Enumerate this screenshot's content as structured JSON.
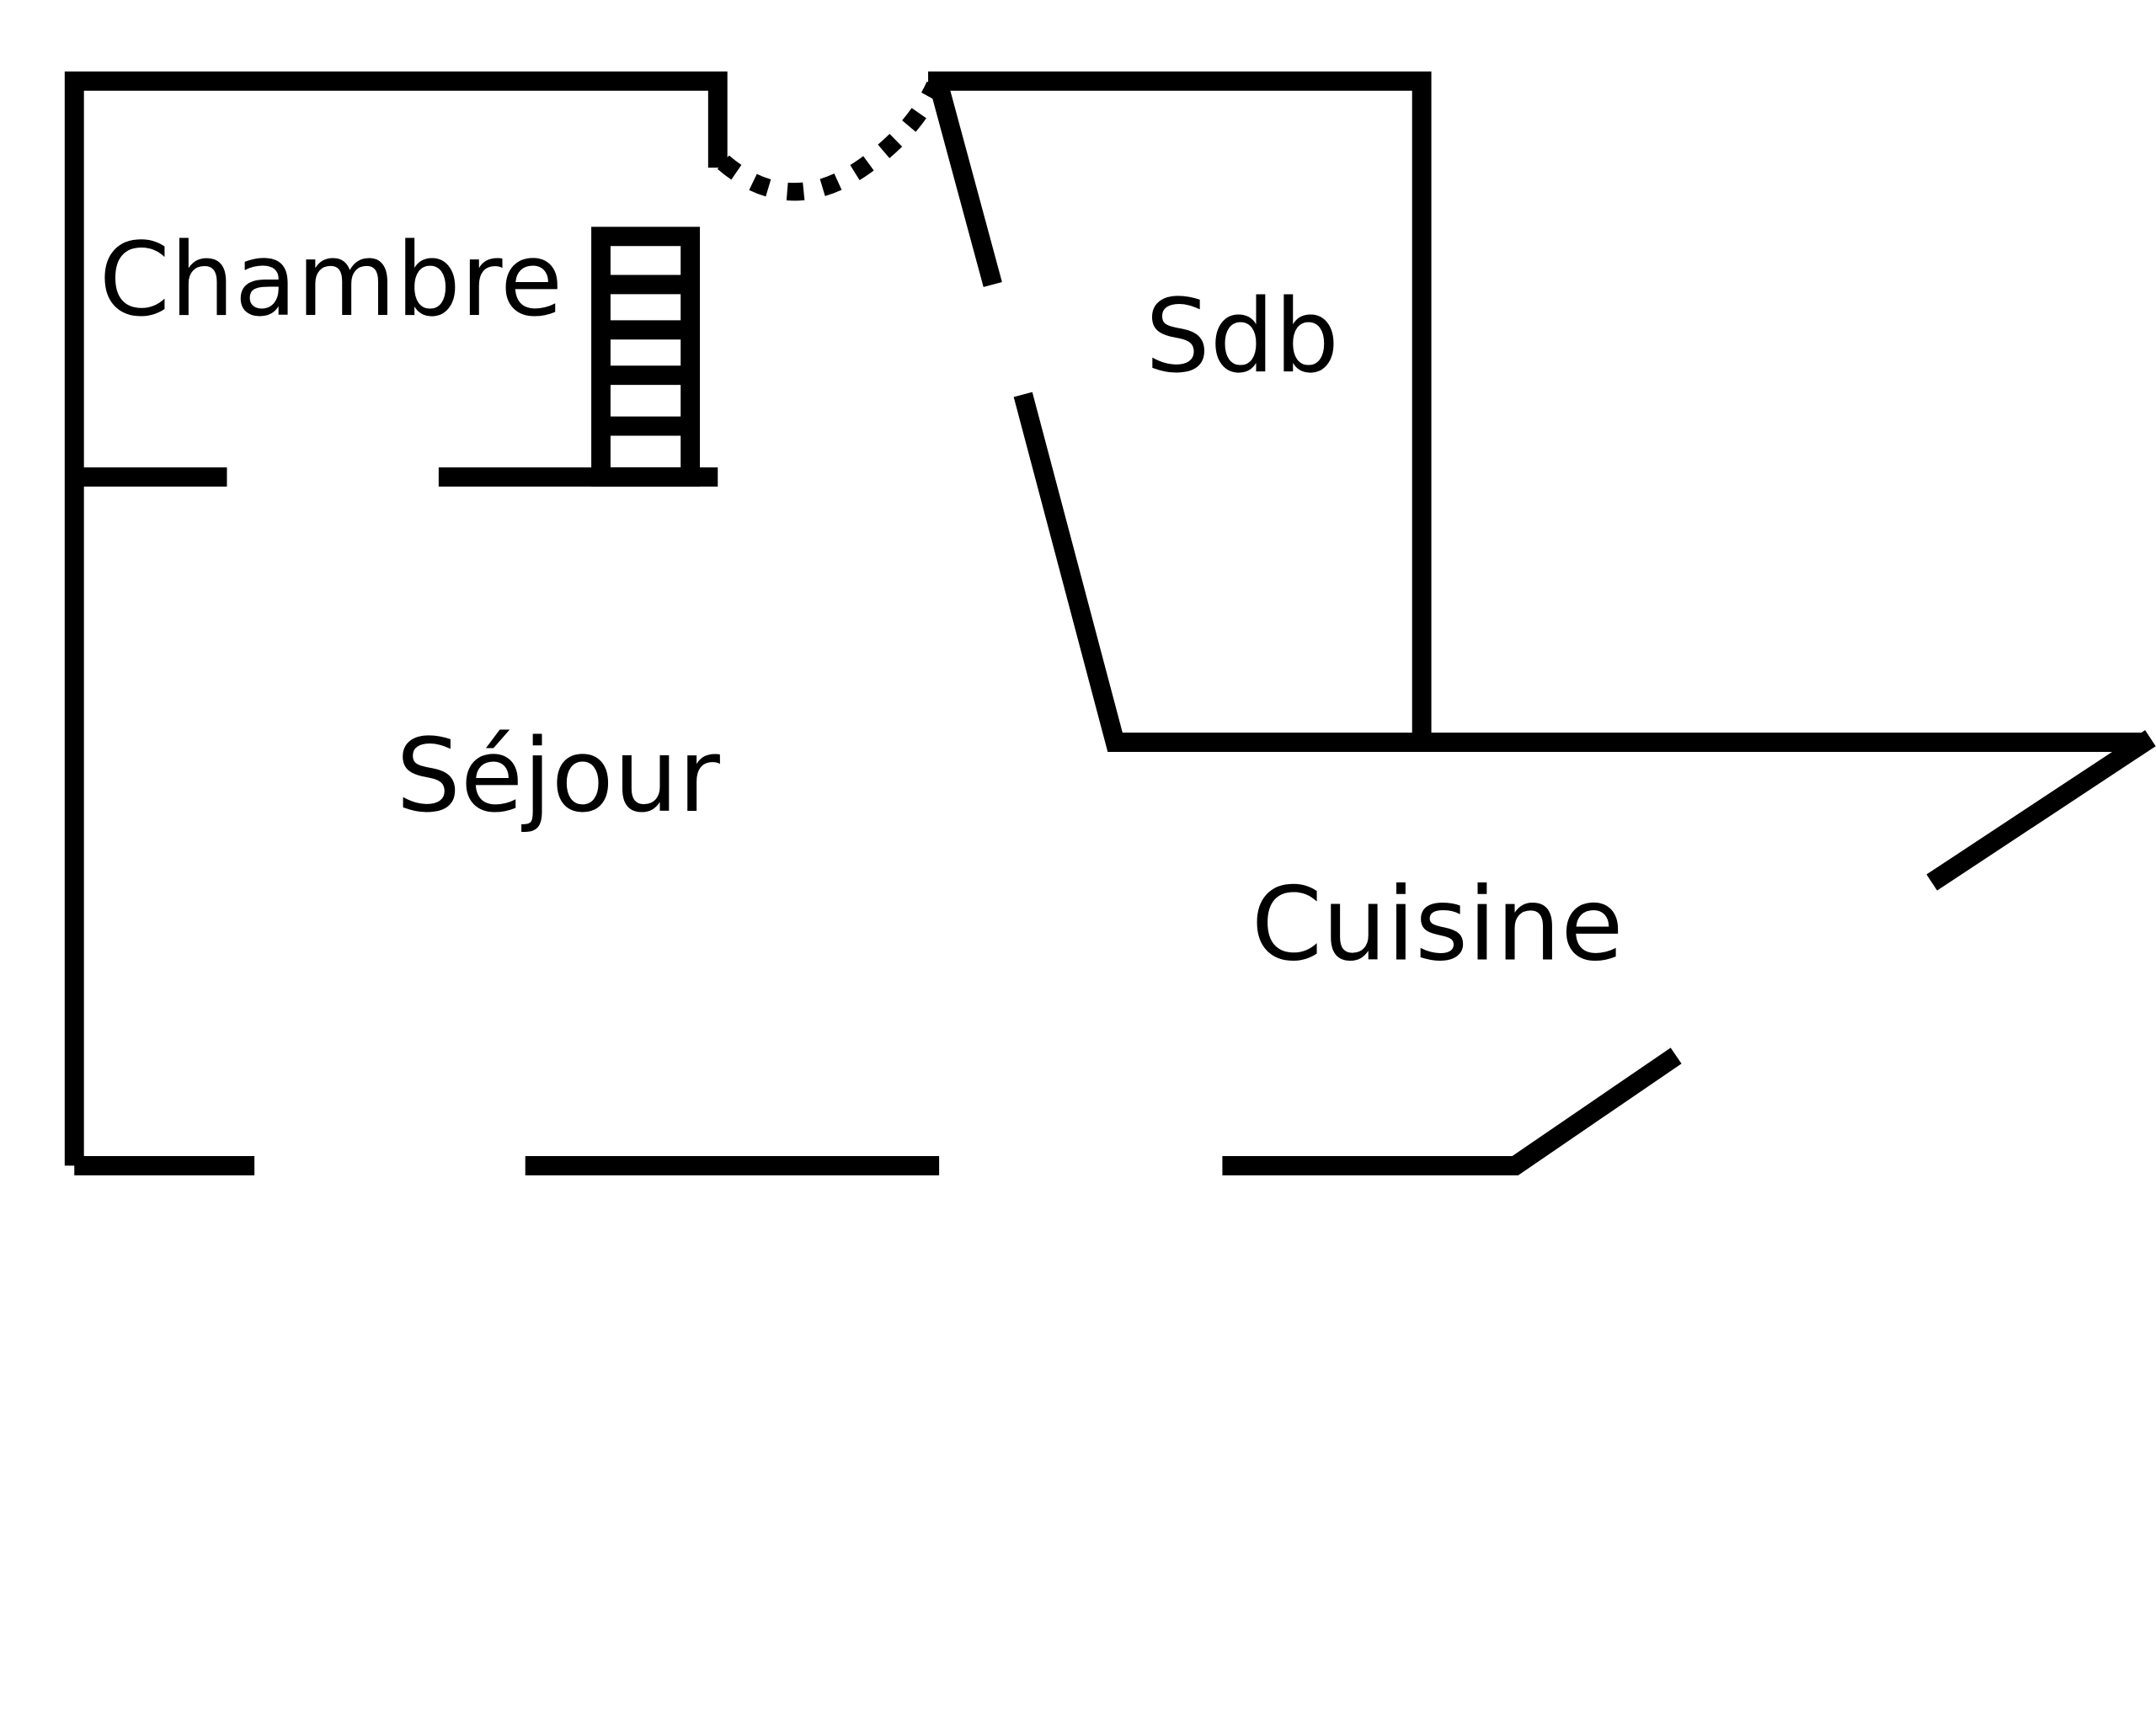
{
  "plan": {
    "rooms": {
      "chambre": "Chambre",
      "sdb": "Sdb",
      "sejour": "Séjour",
      "cuisine": "Cuisine"
    },
    "colors": {
      "wall": "#000000",
      "background": "#ffffff"
    }
  }
}
